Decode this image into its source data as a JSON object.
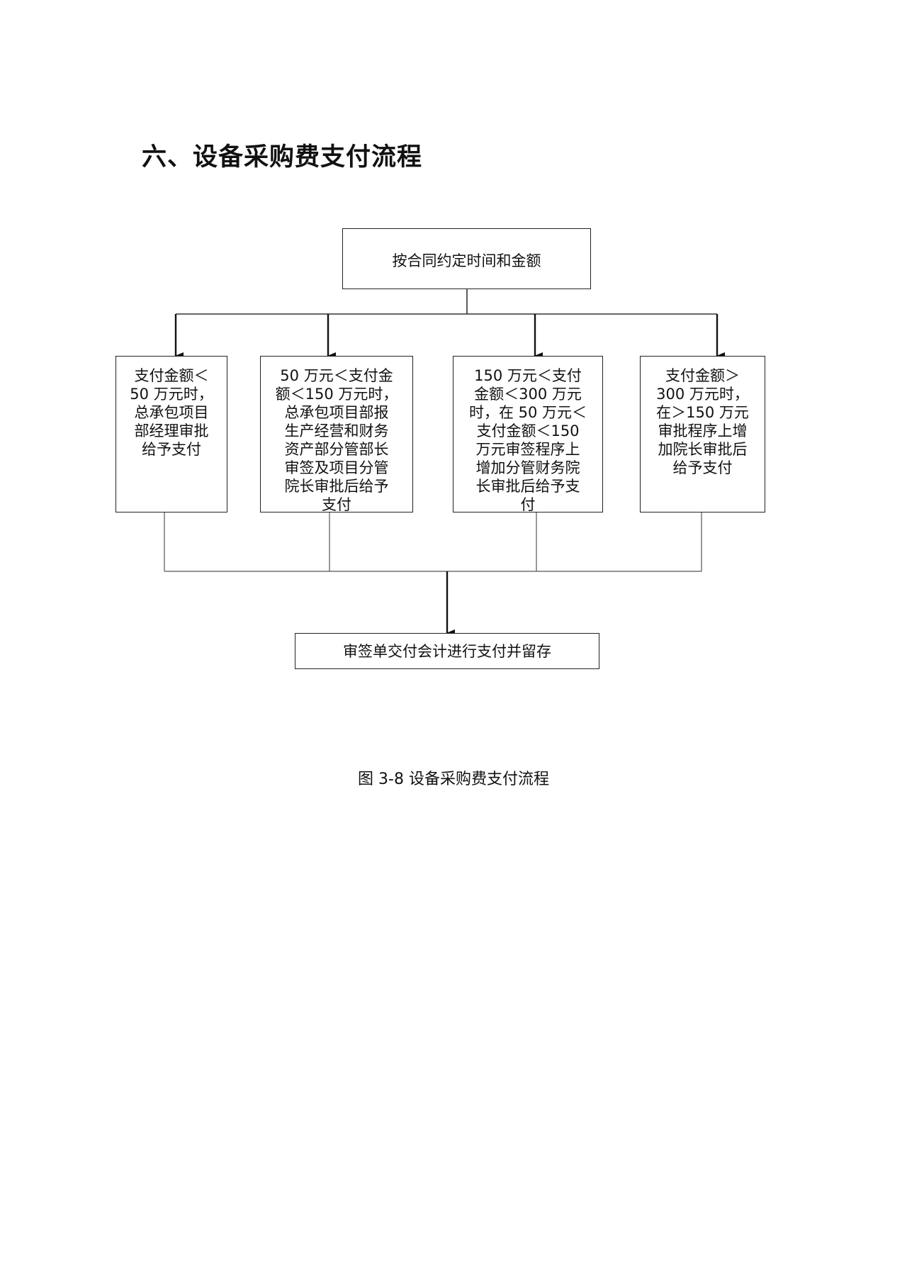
{
  "section_title": "六、设备采购费支付流程",
  "flowchart": {
    "start": "按合同约定时间和金额",
    "branches": [
      {
        "text": "支付金额＜\n50 万元时，\n总承包项目\n部经理审批\n给予支付"
      },
      {
        "text": "50 万元＜支付金\n额＜150 万元时，\n总承包项目部报\n生产经营和财务\n资产部分管部长\n审签及项目分管\n院长审批后给予\n支付"
      },
      {
        "text": "150 万元＜支付\n金额＜300 万元\n时，在 50 万元＜\n支付金额＜150\n万元审签程序上\n增加分管财务院\n长审批后给予支\n付"
      },
      {
        "text": "支付金额＞\n300 万元时，\n在＞150 万元\n审批程序上增\n加院长审批后\n给予支付"
      }
    ],
    "end": "审签单交付会计进行支付并留存"
  },
  "caption": "图 3-8  设备采购费支付流程"
}
